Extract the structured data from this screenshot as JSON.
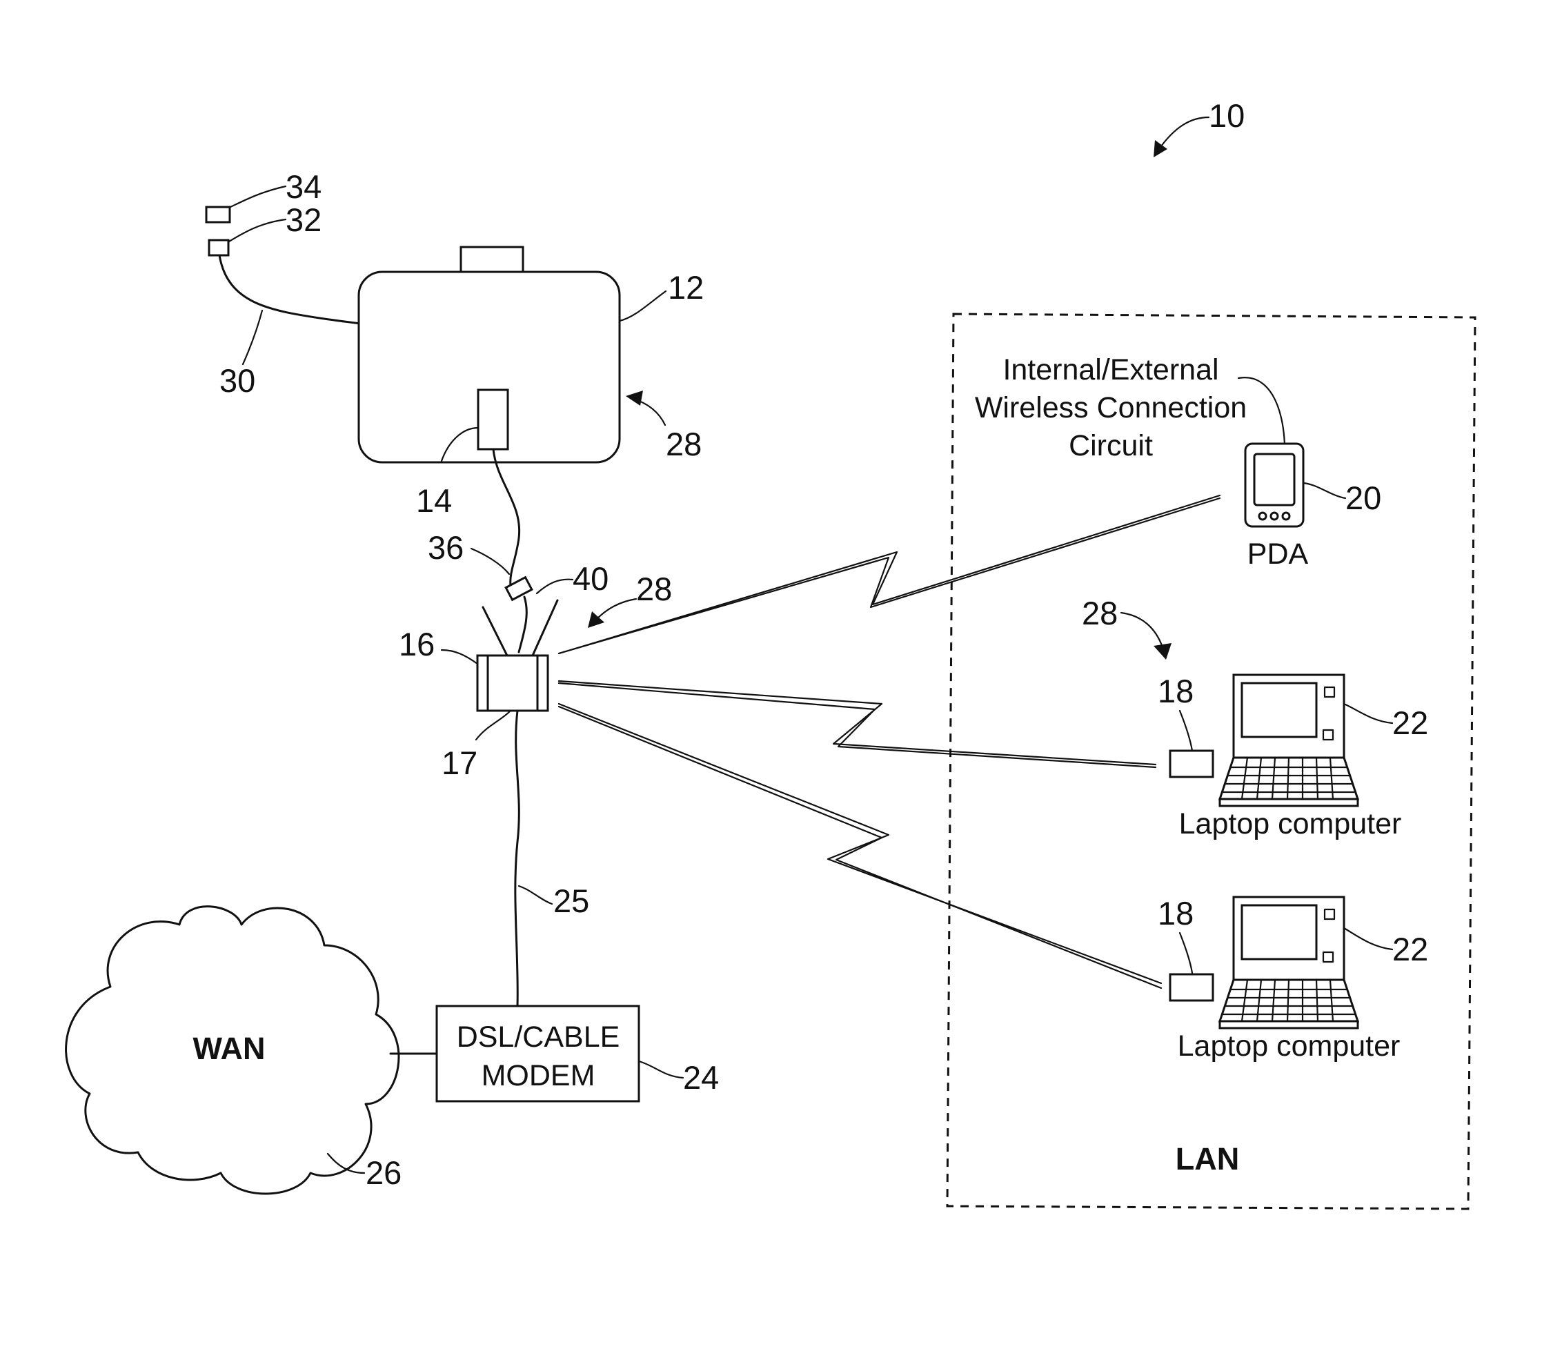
{
  "figure": {
    "reference_numeral": "10"
  },
  "printer_device": {
    "ref": "12",
    "zone_ref": "28"
  },
  "interface_module": {
    "ref": "14"
  },
  "cable_30": {
    "ref": "30"
  },
  "connector_32": {
    "ref": "32"
  },
  "connector_34": {
    "ref": "34"
  },
  "cable_36": {
    "ref": "36"
  },
  "connector_40": {
    "ref": "40"
  },
  "access_point": {
    "ref": "16",
    "port_ref": "17",
    "zone_ref": "28"
  },
  "cable_25": {
    "ref": "25"
  },
  "modem": {
    "line1": "DSL/CABLE",
    "line2": "MODEM",
    "ref": "24"
  },
  "wan": {
    "label": "WAN",
    "ref": "26"
  },
  "lan": {
    "label": "LAN",
    "zone_ref": "28"
  },
  "wireless_circuit": {
    "line1": "Internal/External",
    "line2": "Wireless Connection",
    "line3": "Circuit"
  },
  "pda": {
    "label": "PDA",
    "ref": "20"
  },
  "laptops": [
    {
      "label": "Laptop computer",
      "ref": "22",
      "card_ref": "18"
    },
    {
      "label": "Laptop computer",
      "ref": "22",
      "card_ref": "18"
    }
  ]
}
